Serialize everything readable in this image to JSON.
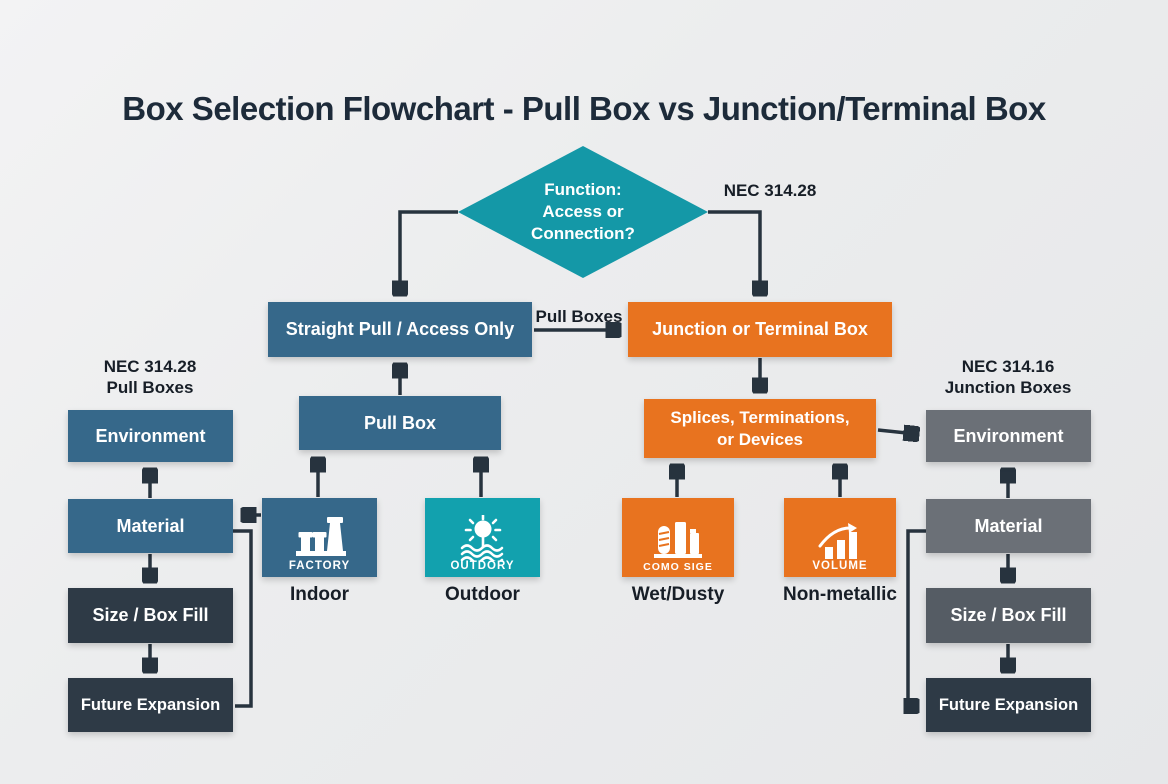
{
  "title": "Box Selection Flowchart - Pull Box vs Junction/Terminal Box",
  "labels": {
    "nec_top": "NEC 314.28",
    "edge_pull_boxes": "Pull Boxes",
    "left_heading": "NEC 314.28\nPull Boxes",
    "right_heading": "NEC 314.16\nJunction Boxes"
  },
  "nodes": {
    "decision": "Function:\nAccess or\nConnection?",
    "straight_pull": "Straight Pull / Access Only",
    "junction_terminal": "Junction or Terminal Box",
    "pull_box": "Pull Box",
    "splices": "Splices, Terminations,\nor Devices"
  },
  "left_column": {
    "items": [
      "Environment",
      "Material",
      "Size / Box Fill",
      "Future Expansion"
    ]
  },
  "right_column": {
    "items": [
      "Environment",
      "Material",
      "Size / Box Fill",
      "Future Expansion"
    ]
  },
  "cards": [
    {
      "icon": "factory-icon",
      "icon_text": "FACTORY",
      "caption": "Indoor"
    },
    {
      "icon": "sun-water-icon",
      "icon_text": "OUTDORY",
      "caption": "Outdoor"
    },
    {
      "icon": "containers-icon",
      "icon_text": "COMO SIGE",
      "caption": "Wet/Dusty"
    },
    {
      "icon": "bar-growth-icon",
      "icon_text": "VOLUME",
      "caption": "Non-metallic"
    }
  ],
  "colors": {
    "background": "#ebecee",
    "ink": "#1d2b3a",
    "line": "#27333e",
    "teal": "#1498a7",
    "steel_blue": "#36688a",
    "orange": "#e8731f",
    "outdoor_teal": "#12a1ae",
    "dark_slate": "#2e3a46",
    "gray_medium": "#6b7077",
    "gray_dark": "#555c64"
  }
}
